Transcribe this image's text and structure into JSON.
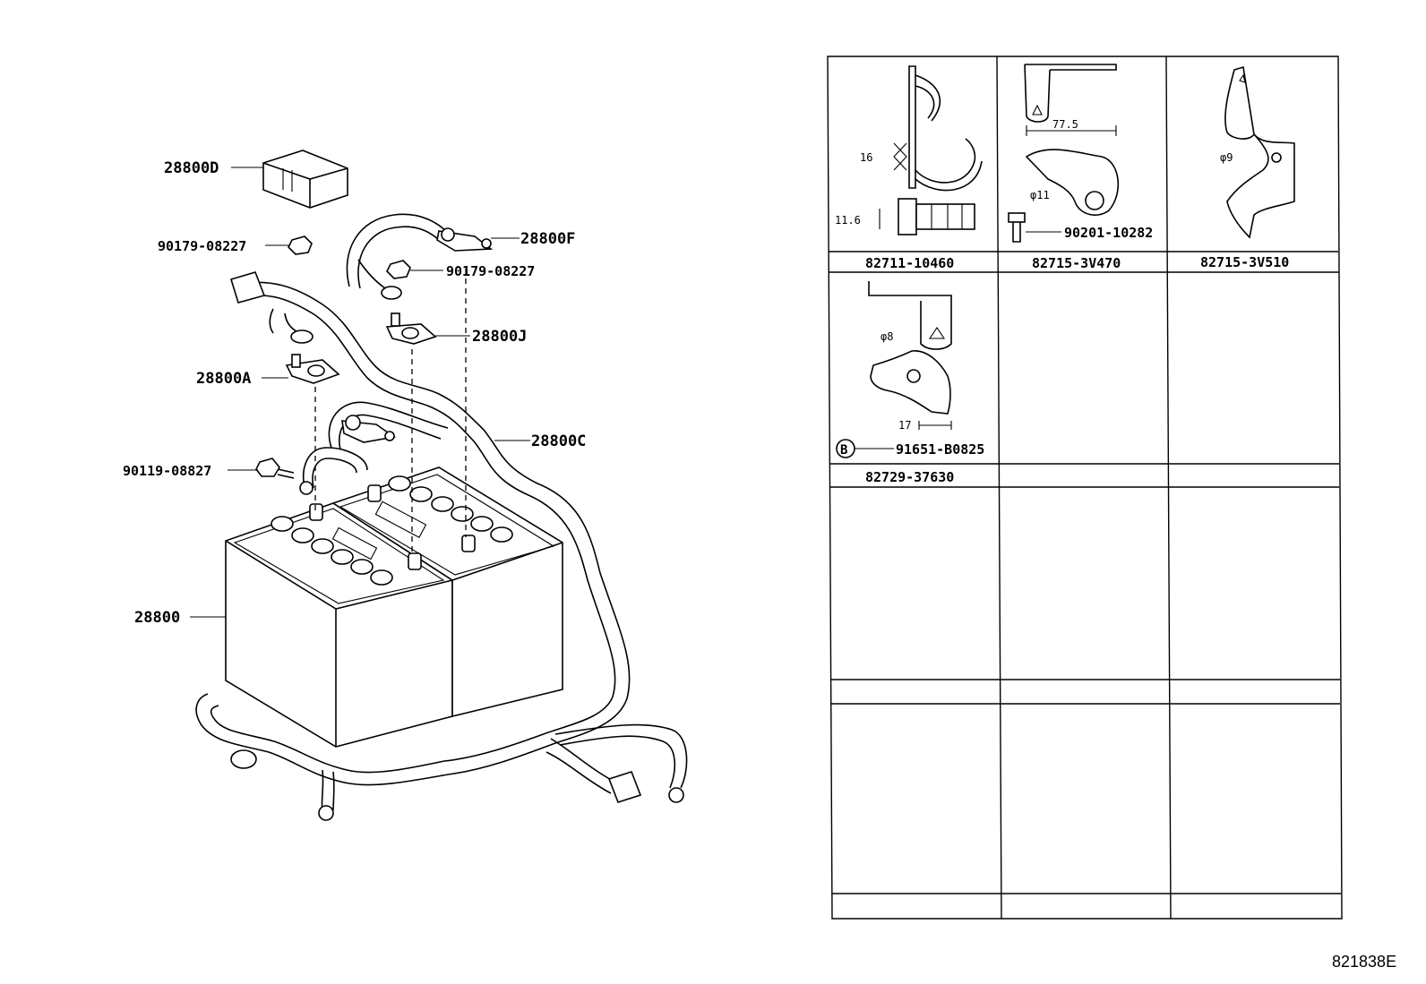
{
  "diagram": {
    "callouts": {
      "c_28800D": "28800D",
      "c_90179a": "90179-08227",
      "c_28800F": "28800F",
      "c_90179b": "90179-08227",
      "c_28800J": "28800J",
      "c_28800A": "28800A",
      "c_90119": "90119-08827",
      "c_28800C": "28800C",
      "c_28800": "28800"
    }
  },
  "table": {
    "cells": {
      "p1": "82711-10460",
      "p2": "82715-3V470",
      "p3": "82715-3V510",
      "p4": "82729-37630"
    },
    "annotations": {
      "d16": "16",
      "d11_6": "11.6",
      "d77_5": "77.5",
      "phi11": "φ11",
      "bolt": "90201-10282",
      "phi9": "φ9",
      "phi8": "φ8",
      "d17": "17",
      "b_letter": "B",
      "b_part": "91651-B0825"
    }
  },
  "figure_number": "821838E"
}
